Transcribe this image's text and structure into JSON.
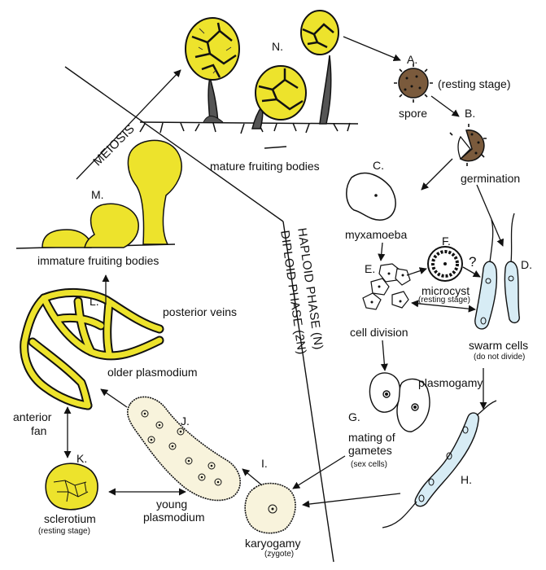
{
  "colors": {
    "plasmodium": "#ede32c",
    "plasmodium_dark": "#c9bb10",
    "stalk": "#5c5c5c",
    "spore": "#7a5a3c",
    "swarm_cell": "#d7ecf5",
    "zygote_fill": "#f8f3dc"
  },
  "phases": {
    "meiosis": "MEIOSIS",
    "haploid": "HAPLOID PHASE (N)",
    "diploid": "DIPLOID PHASE (2N)"
  },
  "stages": {
    "N": {
      "letter": "N.",
      "label": "mature fruiting bodies"
    },
    "A": {
      "letter": "A.",
      "label": "spore",
      "note": "(resting stage)"
    },
    "B": {
      "letter": "B.",
      "label": "germination"
    },
    "C": {
      "letter": "C.",
      "label": "myxamoeba"
    },
    "D": {
      "letter": "D.",
      "label": "swarm cells",
      "note": "(do not divide)"
    },
    "E": {
      "letter": "E.",
      "label": "cell division"
    },
    "F": {
      "letter": "F.",
      "label": "microcyst",
      "note": "(resting stage)",
      "question": "?"
    },
    "G": {
      "letter": "G.",
      "label_line1": "mating of",
      "label_line2": "gametes",
      "note": "(sex cells)"
    },
    "H": {
      "letter": "H.",
      "label": "plasmogamy"
    },
    "I": {
      "letter": "I.",
      "label": "karyogamy",
      "note": "(zygote)"
    },
    "J": {
      "letter": "J.",
      "label_line1": "young",
      "label_line2": "plasmodium"
    },
    "K": {
      "letter": "K.",
      "label": "sclerotium",
      "note": "(resting stage)"
    },
    "L": {
      "letter": "L.",
      "label_veins": "posterior veins",
      "label_older": "older plasmodium",
      "label_fan_line1": "anterior",
      "label_fan_line2": "fan"
    },
    "M": {
      "letter": "M.",
      "label": "immature fruiting bodies"
    }
  }
}
